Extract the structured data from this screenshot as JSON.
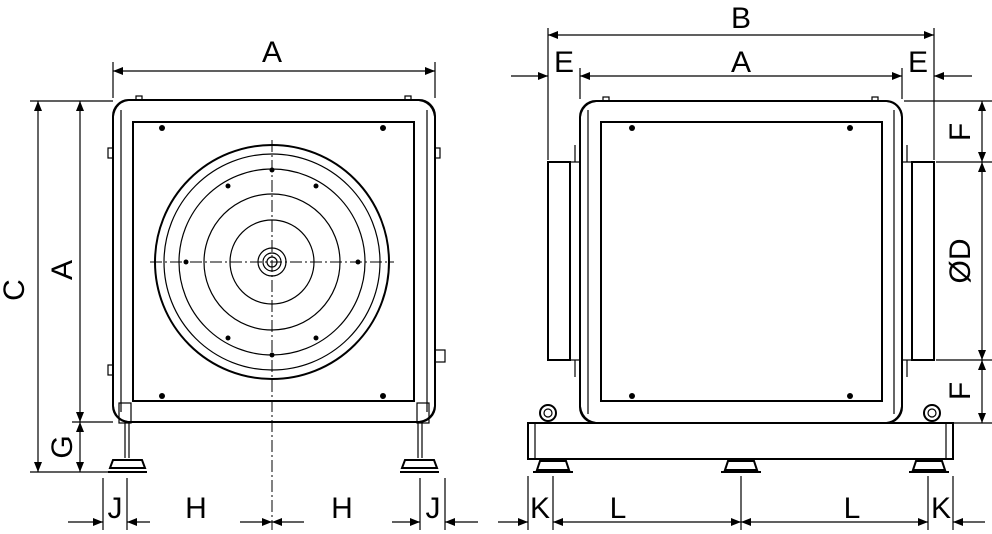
{
  "labels": {
    "front": {
      "A_top": "A",
      "A_side": "A",
      "C": "C",
      "G": "G",
      "J_left": "J",
      "H_left": "H",
      "H_right": "H",
      "J_right": "J"
    },
    "side": {
      "B": "B",
      "E_left": "E",
      "A": "A",
      "E_right": "E",
      "F_top": "F",
      "D": "ØD",
      "F_bottom": "F",
      "K_left": "K",
      "L_left": "L",
      "L_right": "L",
      "K_right": "K"
    }
  }
}
